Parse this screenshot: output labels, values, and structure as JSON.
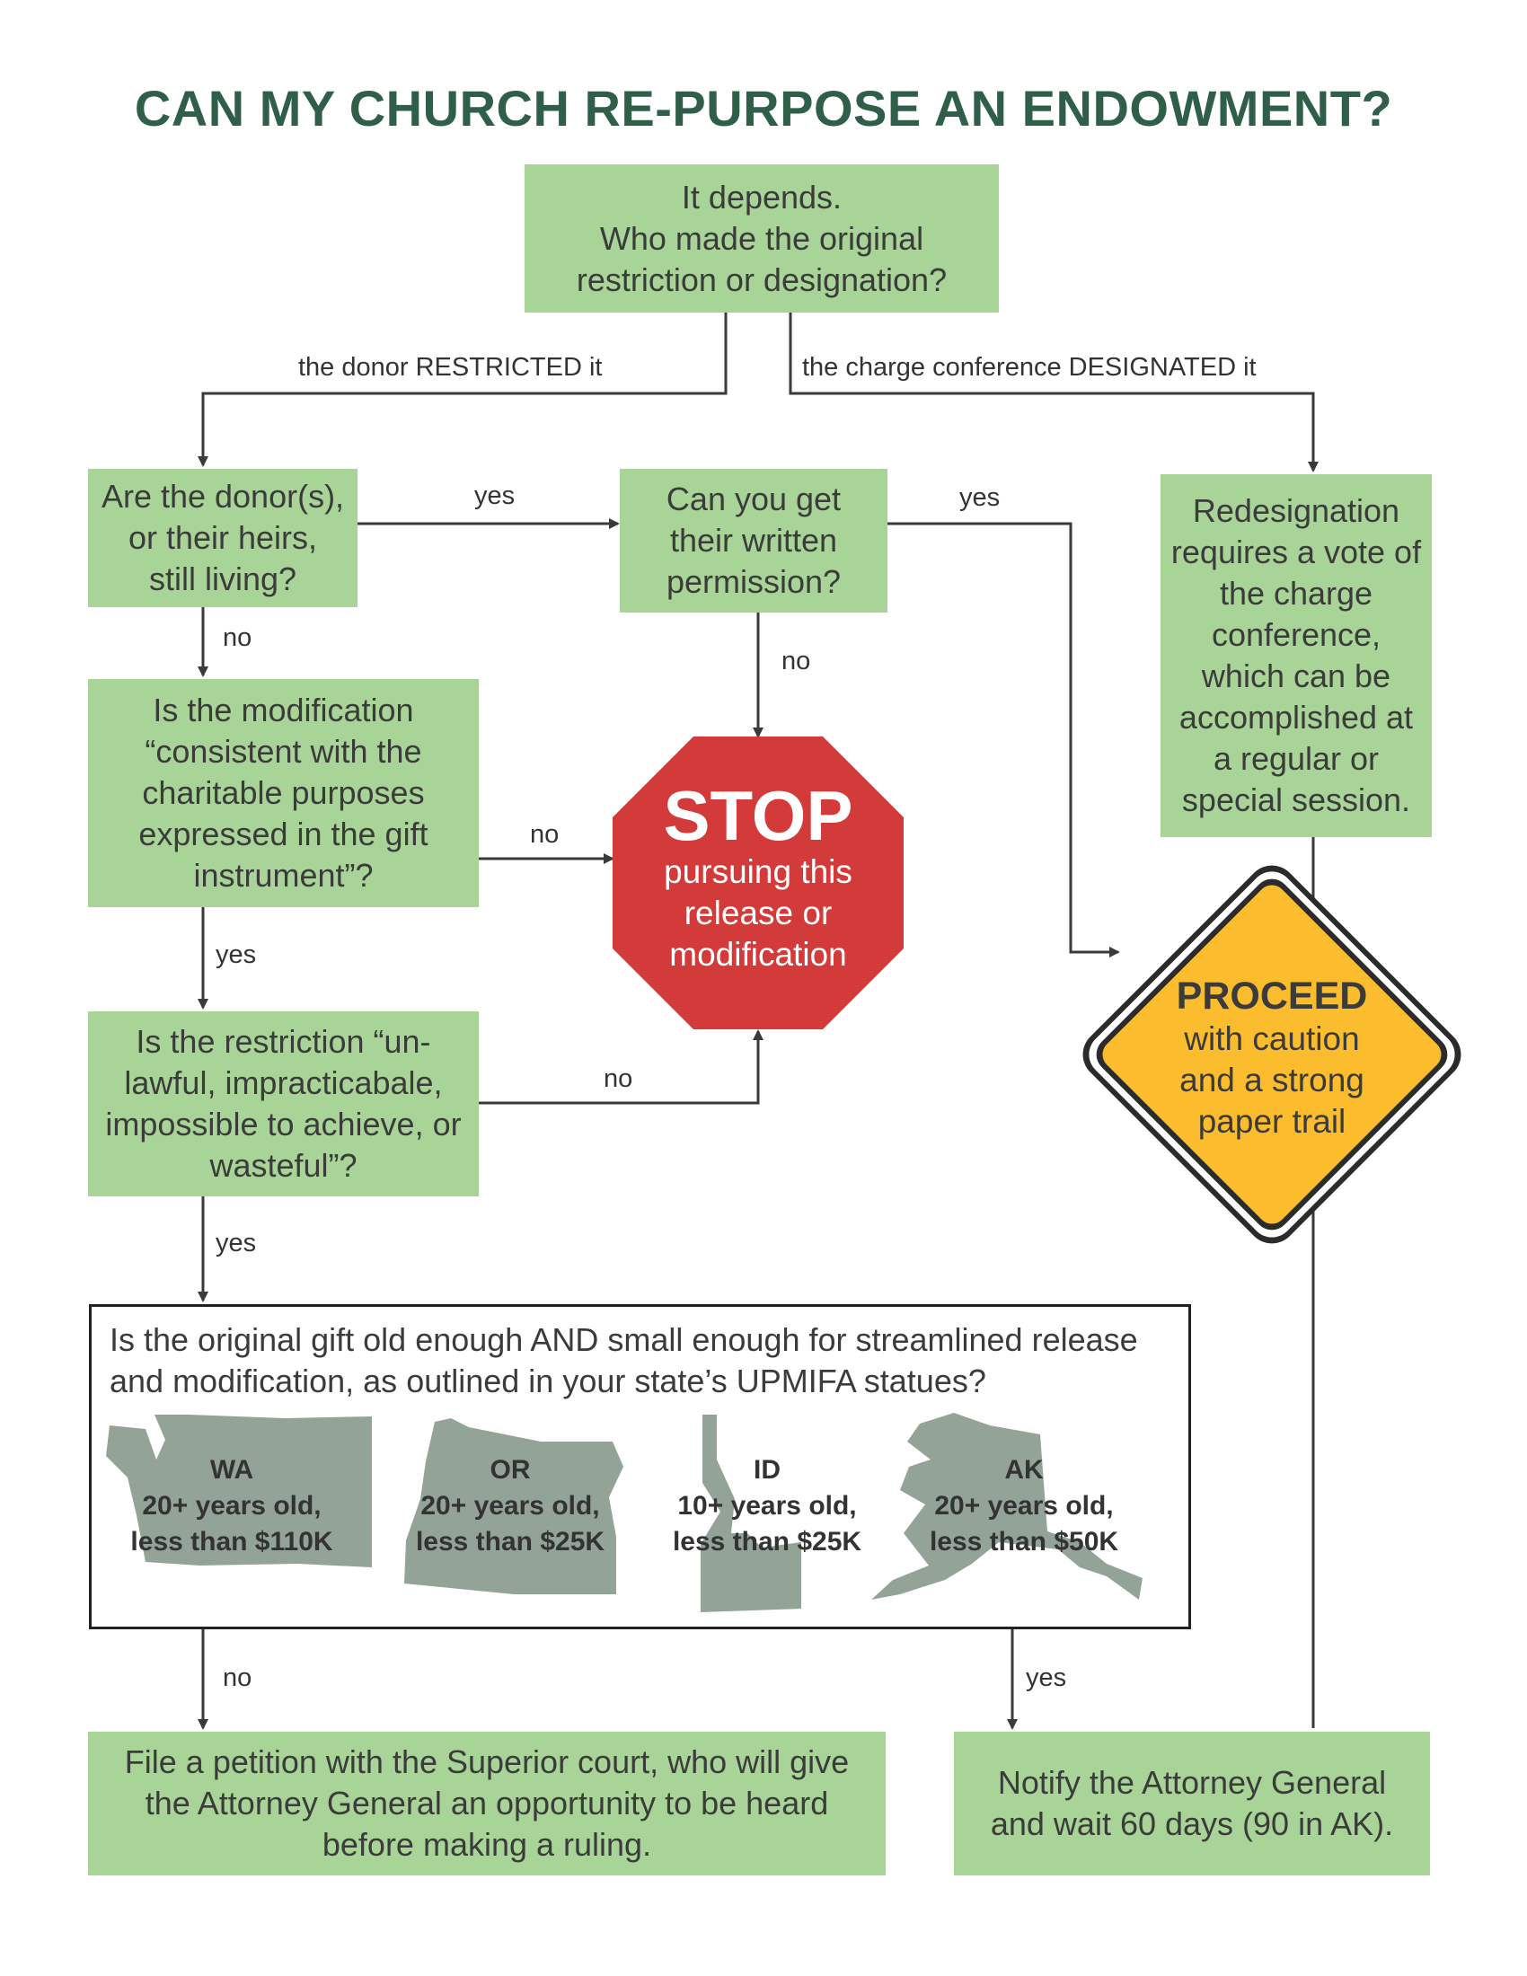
{
  "title": "CAN MY CHURCH RE-PURPOSE AN ENDOWMENT?",
  "nodes": {
    "start": [
      "It depends.",
      "Who made the original",
      "restriction or designation?"
    ],
    "donors_living": [
      "Are the donor(s),",
      "or their heirs,",
      "still living?"
    ],
    "permission": [
      "Can you get",
      "their written",
      "permission?"
    ],
    "redesignation": [
      "Redesignation",
      "requires a vote of",
      "the charge",
      "conference,",
      "which can be",
      "accomplished at",
      "a regular or",
      "special session."
    ],
    "consistent": [
      "Is the modification",
      "“consistent with the",
      "charitable purposes",
      "expressed in the gift",
      "instrument”?"
    ],
    "unlawful": [
      "Is the restriction “un-",
      "lawful, impracticabale,",
      "impossible to achieve, or",
      "wasteful”?"
    ],
    "petition": [
      "File a petition with the Superior court, who will give",
      "the Attorney General an opportunity to be heard",
      "before making a ruling."
    ],
    "notify": [
      "Notify the Attorney General",
      "and wait 60 days (90 in AK)."
    ]
  },
  "stop": {
    "title": "STOP",
    "lines": [
      "pursuing this",
      "release or",
      "modification"
    ]
  },
  "proceed": {
    "title": "PROCEED",
    "lines": [
      "with caution",
      "and a strong",
      "paper trail"
    ]
  },
  "upmifa": {
    "question": "Is the original gift old enough AND small enough for streamlined release and modification, as outlined in your state’s UPMIFA statues?",
    "states": [
      {
        "code": "WA",
        "age": "20+ years old,",
        "amount": "less than $110K"
      },
      {
        "code": "OR",
        "age": "20+ years old,",
        "amount": "less than $25K"
      },
      {
        "code": "ID",
        "age": "10+ years old,",
        "amount": "less than $25K"
      },
      {
        "code": "AK",
        "age": "20+ years old,",
        "amount": "less than $50K"
      }
    ]
  },
  "edges": {
    "donor_restricted": "the donor RESTRICTED it",
    "charge_designated": "the charge conference DESIGNATED it",
    "living_yes": "yes",
    "permission_yes": "yes",
    "living_no": "no",
    "permission_no": "no",
    "consistent_no": "no",
    "consistent_yes": "yes",
    "unlawful_no": "no",
    "unlawful_yes": "yes",
    "upmifa_no": "no",
    "upmifa_yes": "yes"
  },
  "colors": {
    "box_green": "#a8d597",
    "title_green": "#2f5e49",
    "stop_red": "#d33a3a",
    "proceed_yellow": "#fbbc2e",
    "state_gray": "#93a397"
  }
}
